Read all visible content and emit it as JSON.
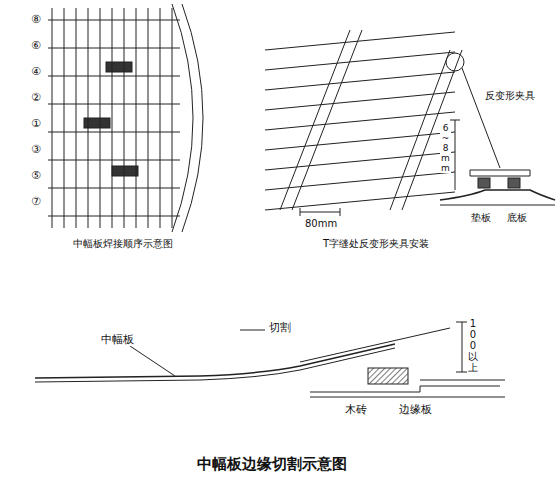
{
  "diagram": {
    "labels": [
      "中幅板焊接顺序示意图",
      "T字缝处反变形夹具安装",
      "中幅板边缘切割示意图",
      "中幅板",
      "切割",
      "木砖",
      "边缘板",
      "100以上",
      "反变形夹具",
      "6~8mm",
      "80mm",
      "垫板",
      "底板",
      "⑧",
      "⑥",
      "④",
      "②",
      "①",
      "③",
      "⑤",
      "⑦"
    ]
  }
}
